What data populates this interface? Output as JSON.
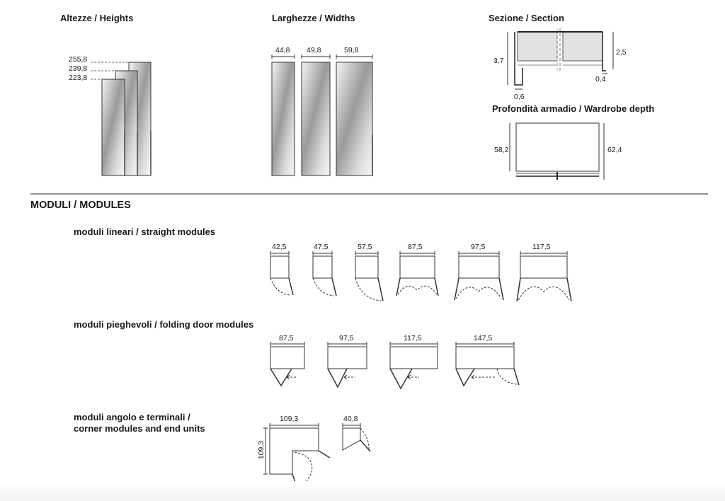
{
  "headers": {
    "heights": "Altezze  / Heights",
    "widths": "Larghezze / Widths",
    "section": "Sezione  / Section",
    "depth": "Profondità armadio / Wardrobe depth",
    "modules": "MODULI  / MODULES",
    "straight": "moduli lineari /  straight modules",
    "folding": "moduli pieghevoli /  folding door modules",
    "corner_line1": "moduli angolo e terminali /",
    "corner_line2": "corner modules and end units"
  },
  "heights": [
    "255,8",
    "239,8",
    "223,8"
  ],
  "widths": [
    "44,8",
    "49,8",
    "59,8"
  ],
  "section": {
    "height": "3,7",
    "thickness": "2,5",
    "lip": "0,6",
    "edge": "0,4"
  },
  "depth": {
    "inner": "58,2",
    "outer": "62,4"
  },
  "straight_modules": [
    "42,5",
    "47,5",
    "57,5",
    "87,5",
    "97,5",
    "117,5"
  ],
  "folding_modules": [
    "87,5",
    "97,5",
    "117,5",
    "147,5"
  ],
  "corner_modules": {
    "width": "109,3",
    "height": "109,3",
    "end_unit": "40,8"
  }
}
